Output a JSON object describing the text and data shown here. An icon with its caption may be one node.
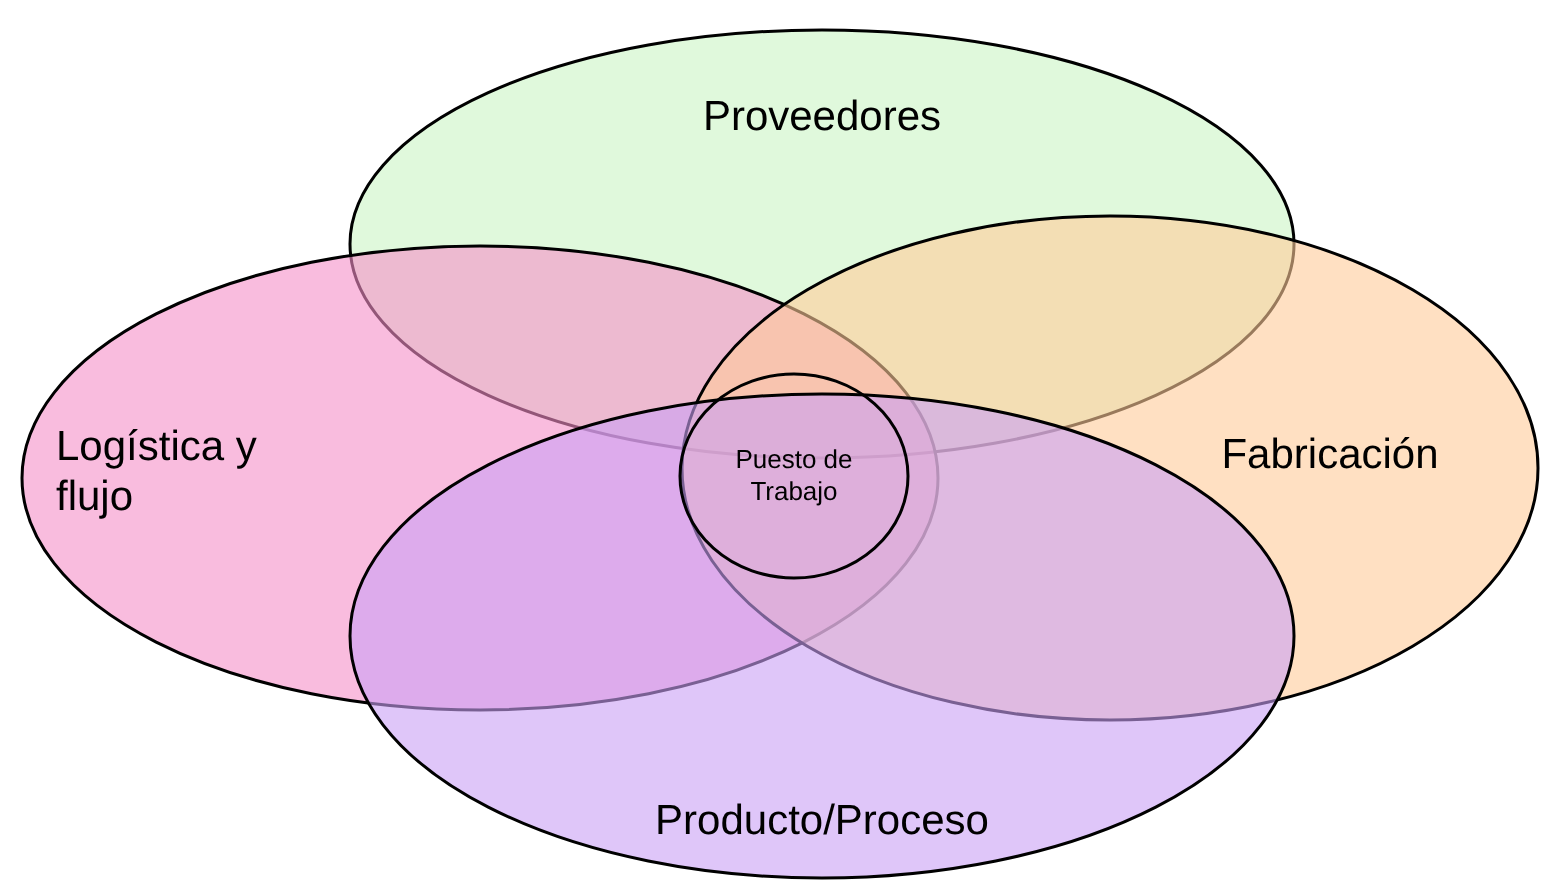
{
  "diagram": {
    "nodes": [
      {
        "text": [
          "Proveedores"
        ]
      },
      {
        "text": [
          "Logística y flujo"
        ]
      },
      {
        "text": [
          "Fabricación"
        ]
      },
      {
        "text": [
          "Producto/Proceso"
        ]
      },
      {
        "text": [
          "Puesto de Trabajo"
        ]
      }
    ]
  }
}
